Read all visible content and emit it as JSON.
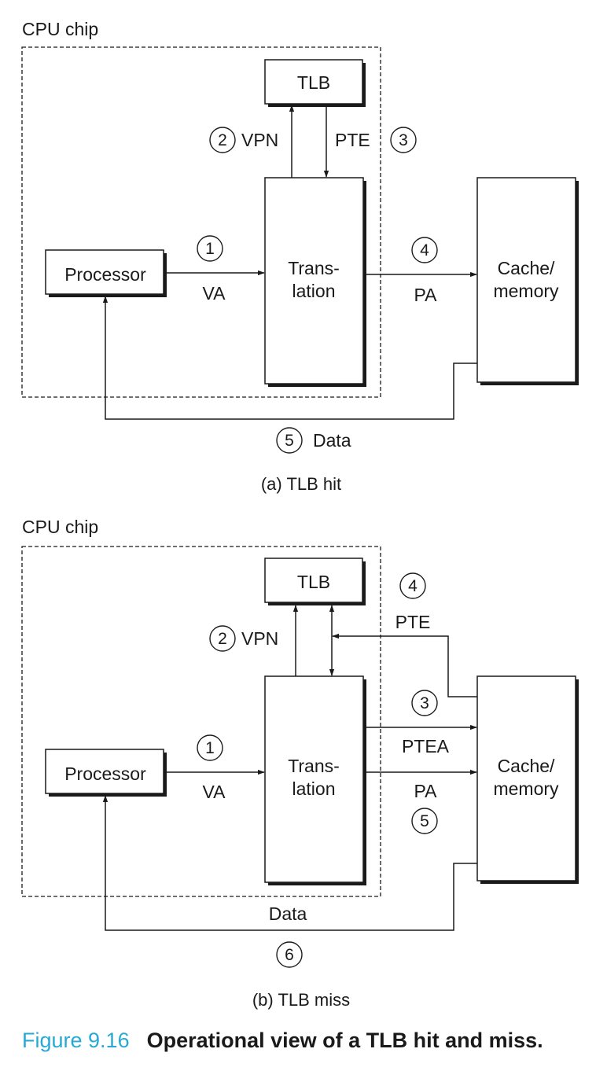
{
  "panel_a": {
    "chip_label": "CPU chip",
    "tlb": "TLB",
    "processor": "Processor",
    "translation_line1": "Trans-",
    "translation_line2": "lation",
    "memory_line1": "Cache/",
    "memory_line2": "memory",
    "vpn": "VPN",
    "pte": "PTE",
    "va": "VA",
    "pa": "PA",
    "data": "Data",
    "steps": [
      "1",
      "2",
      "3",
      "4",
      "5"
    ],
    "caption": "(a) TLB hit"
  },
  "panel_b": {
    "chip_label": "CPU chip",
    "tlb": "TLB",
    "processor": "Processor",
    "translation_line1": "Trans-",
    "translation_line2": "lation",
    "memory_line1": "Cache/",
    "memory_line2": "memory",
    "vpn": "VPN",
    "pte": "PTE",
    "ptea": "PTEA",
    "va": "VA",
    "pa": "PA",
    "data": "Data",
    "steps": [
      "1",
      "2",
      "3",
      "4",
      "5",
      "6"
    ],
    "caption": "(b) TLB miss"
  },
  "figure": {
    "number": "Figure 9.16",
    "title": "Operational view of a TLB hit and miss."
  },
  "colors": {
    "figure_number": "#27a9d6",
    "ink": "#1a1a1a"
  }
}
